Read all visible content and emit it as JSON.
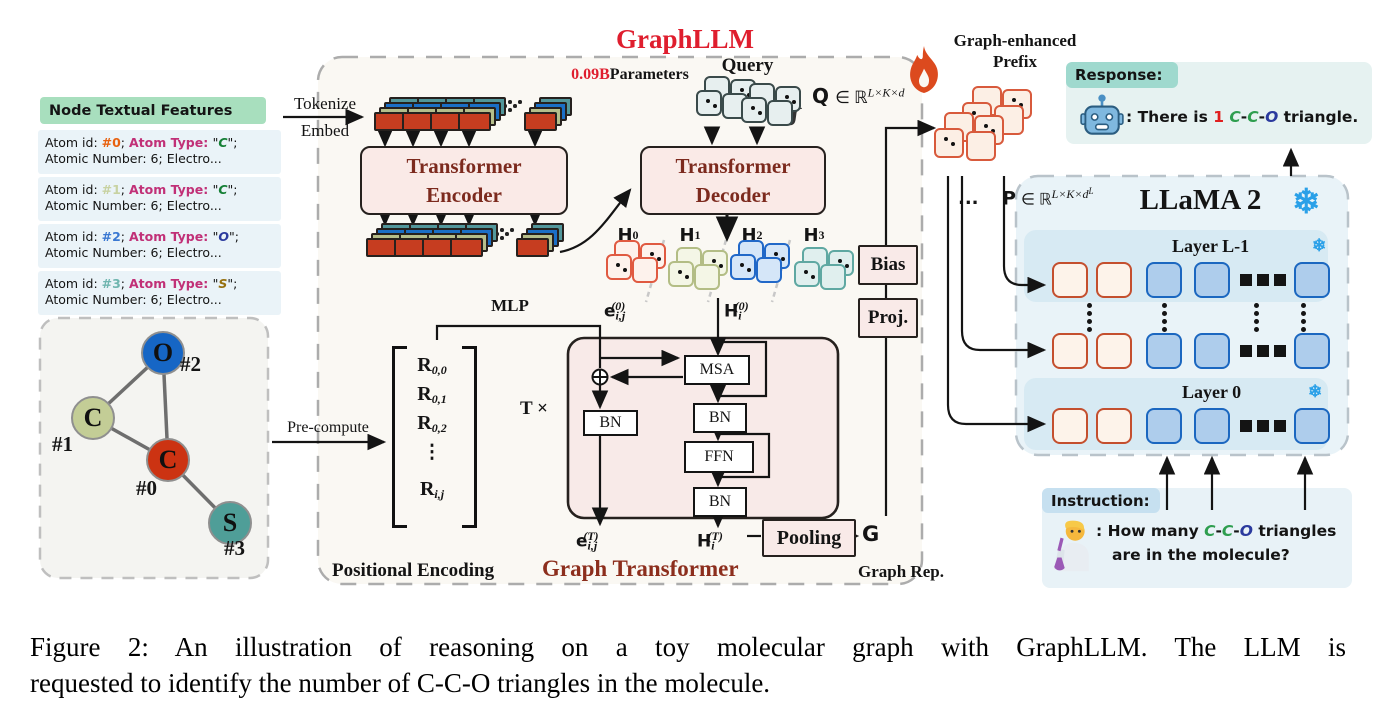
{
  "colors": {
    "accent_red": "#df1e2e",
    "maroon_text": "#7c2a1e",
    "graph_transformer_red": "#8c2e1d",
    "token_red": "#c63d20",
    "token_olive": "#b5be8b",
    "token_blue": "#1b6fc6",
    "token_teal": "#52979b",
    "h0_border": "#e05a41",
    "h1_border": "#b3bd85",
    "h2_border": "#2168c8",
    "h3_border": "#5fa8a2",
    "prefix_card_border": "#d85a3c",
    "llama_blue_card": "#aecdec",
    "llama_red_card": "#fdf3ea",
    "snowflake_blue": "#2aa0e8",
    "node_o": "#1666c5",
    "node_c1": "#c3cd96",
    "node_c0": "#cc3312",
    "node_s": "#4f9e98",
    "pink_box": "#f9eae8",
    "green_header": "#a8dfbe",
    "response_header": "#9fd9ce",
    "instruction_header": "#c6e0f0"
  },
  "node_features": {
    "title": "Node Textual Features",
    "labels": {
      "id_label": "Atom id: ",
      "sep": "; ",
      "type_label": "Atom Type: ",
      "qo": "\"",
      "qc": "\";",
      "line2": "Atomic Number: 6; Electro..."
    },
    "items": [
      {
        "id": "#0",
        "type": "C"
      },
      {
        "id": "#1",
        "type": "C"
      },
      {
        "id": "#2",
        "type": "O"
      },
      {
        "id": "#3",
        "type": "S"
      }
    ]
  },
  "molecule": {
    "nodes": [
      {
        "el": "O",
        "tag": "#2"
      },
      {
        "el": "C",
        "tag": "#1"
      },
      {
        "el": "C",
        "tag": "#0"
      },
      {
        "el": "S",
        "tag": "#3"
      }
    ]
  },
  "flow": {
    "tokenize": "Tokenize",
    "embed": "Embed",
    "precompute": "Pre-compute"
  },
  "graphllm": {
    "title": "GraphLLM",
    "params_value": "0.09B",
    "params_label": " Parameters",
    "encoder_line1": "Transformer",
    "encoder_line2": "Encoder",
    "decoder_line1": "Transformer",
    "decoder_line2": "Decoder",
    "query_label": "Query",
    "brace": "}",
    "q_sym": "Q",
    "q_set": "∈ ℝ",
    "q_sup": "L×K×d",
    "h_heads": [
      {
        "b": "H",
        "s": "0"
      },
      {
        "b": "H",
        "s": "1"
      },
      {
        "b": "H",
        "s": "2"
      },
      {
        "b": "H",
        "s": "3"
      }
    ],
    "bias": "Bias",
    "proj": "Proj.",
    "mlp": "MLP",
    "t_times": "T ×",
    "matrix": {
      "rows": [
        {
          "b": "R",
          "s": "0,0"
        },
        {
          "b": "R",
          "s": "0,1"
        },
        {
          "b": "R",
          "s": "0,2"
        },
        {
          "b": "R",
          "s": "i,j"
        }
      ],
      "dots": "⋮"
    },
    "gt": {
      "msa": "MSA",
      "bn_left": "BN",
      "bn_mid": "BN",
      "bn_bottom": "BN",
      "ffn": "FFN",
      "e_in_b": "e",
      "e_in_sub": "i,j",
      "e_in_sup": "(0)",
      "e_out_b": "e",
      "e_out_sub": "i,j",
      "e_out_sup": "(T)",
      "h_in_b": "H",
      "h_in_sub": "i",
      "h_in_sup": "(0)",
      "h_out_b": "H",
      "h_out_sub": "i",
      "h_out_sup": "(T)",
      "pooling": "Pooling",
      "g": "G"
    },
    "positional_encoding": "Positional Encoding",
    "graph_transformer_label": "Graph Transformer",
    "graph_rep": "Graph Rep."
  },
  "prefix": {
    "line1": "Graph-enhanced",
    "line2": "Prefix",
    "dots": "...",
    "p_sym": "P",
    "p_set": "∈ ℝ",
    "p_sup": "L×K×d",
    "p_supsup": "L"
  },
  "llama": {
    "title": "LLaMA 2",
    "snowflake": "❄",
    "layer_top": "Layer L-1",
    "layer_bottom": "Layer 0"
  },
  "response": {
    "header": "Response:",
    "segs": {
      "s0": ": There is ",
      "s1": "1",
      "s2": " ",
      "s3": "C",
      "s4": "-",
      "s5": "C",
      "s6": "-",
      "s7": "O",
      "s8": " triangle."
    }
  },
  "instruction": {
    "header": "Instruction:",
    "segs": {
      "s0": ": How many ",
      "s1": "C",
      "s2": "-",
      "s3": "C",
      "s4": "-",
      "s5": "O",
      "s6": " triangles"
    },
    "line2": "are in the molecule?"
  },
  "caption": {
    "line1": "Figure 2: An illustration of reasoning on a toy molecular graph with GraphLLM. The LLM is",
    "line2": "requested to identify the number of C-C-O triangles in the molecule."
  }
}
